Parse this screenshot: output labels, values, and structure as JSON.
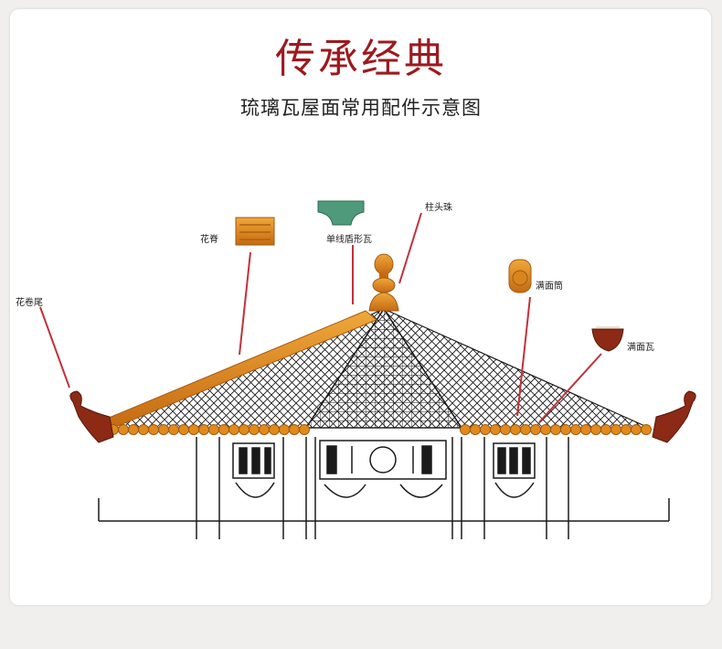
{
  "header": {
    "title": "传承经典",
    "subtitle": "琉璃瓦屋面常用配件示意图"
  },
  "labels": {
    "huajuanwei": "花卷尾",
    "huaji": "花脊",
    "danxian": "单线盾形瓦",
    "zhutouzhu": "柱头珠",
    "manmiantong": "满面筒",
    "manmianwa": "满面瓦"
  },
  "colors": {
    "title": "#9c1a1f",
    "glaze_yellow": "#e08a1e",
    "glaze_dark": "#8c2a16",
    "green_glaze": "#4f9a7a",
    "leader_line": "#c0323a"
  }
}
